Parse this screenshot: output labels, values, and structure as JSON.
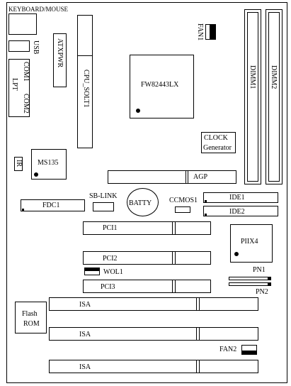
{
  "labels": {
    "keyboard_mouse": "KEYBOARD/MOUSE",
    "usb": "USB",
    "com1": "COM1",
    "lpt": "LPT",
    "com2": "COM2",
    "atxpwr": "ATXPWR",
    "cpu_slot": "CPU_SOLT1",
    "chipset": "FW82443LX",
    "fan1": "FAN1",
    "dimm1": "DIMM1",
    "dimm2": "DIMM2",
    "clock_line1": "CLOCK",
    "clock_line2": "Generator",
    "ir": "IR",
    "ms135": "MS135",
    "agp": "AGP",
    "sb_link": "SB-LINK",
    "batty": "BATTY",
    "ccmos": "CCMOS1",
    "ide1": "IDE1",
    "ide2": "IDE2",
    "fdc1": "FDC1",
    "pci1": "PCI1",
    "pci2": "PCI2",
    "pci3": "PCI3",
    "wol1": "WOL1",
    "piix4": "PIIX4",
    "pn1": "PN1",
    "pn2": "PN2",
    "flash_line1": "Flash",
    "flash_line2": "ROM",
    "isa1": "ISA",
    "isa2": "ISA",
    "isa3": "ISA",
    "fan2": "FAN2"
  }
}
